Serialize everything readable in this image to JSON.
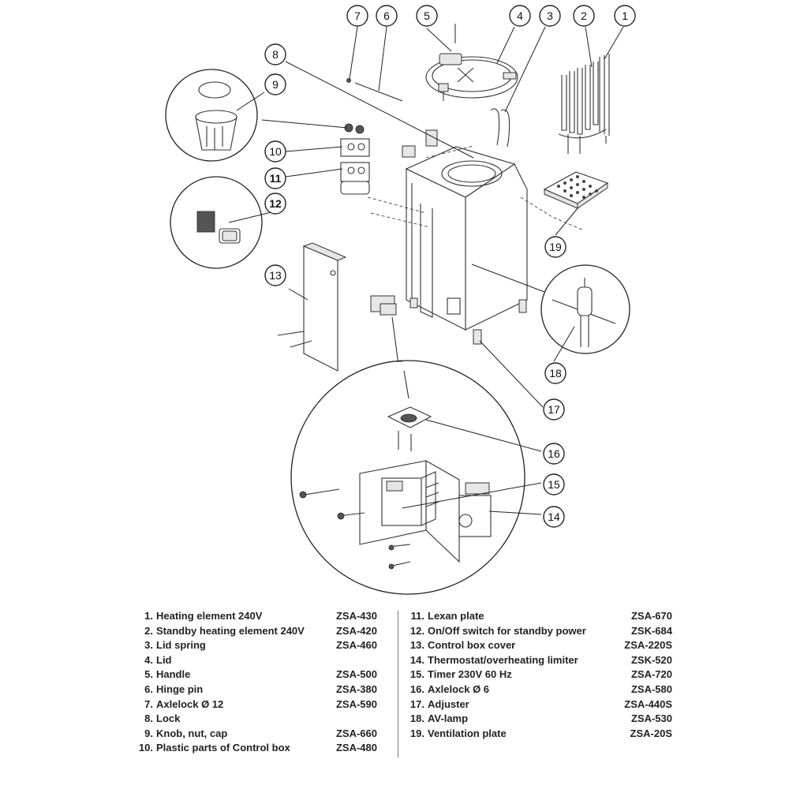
{
  "callouts": [
    {
      "id": "c1",
      "label": "1"
    },
    {
      "id": "c2",
      "label": "2"
    },
    {
      "id": "c3",
      "label": "3"
    },
    {
      "id": "c4",
      "label": "4"
    },
    {
      "id": "c5",
      "label": "5"
    },
    {
      "id": "c6",
      "label": "6"
    },
    {
      "id": "c7",
      "label": "7"
    },
    {
      "id": "c8",
      "label": "8"
    },
    {
      "id": "c9",
      "label": "9"
    },
    {
      "id": "c10",
      "label": "10"
    },
    {
      "id": "c11",
      "label": "11"
    },
    {
      "id": "c12",
      "label": "12"
    },
    {
      "id": "c13",
      "label": "13"
    },
    {
      "id": "c14",
      "label": "14"
    },
    {
      "id": "c15",
      "label": "15"
    },
    {
      "id": "c16",
      "label": "16"
    },
    {
      "id": "c17",
      "label": "17"
    },
    {
      "id": "c18",
      "label": "18"
    },
    {
      "id": "c19",
      "label": "19"
    }
  ],
  "parts_left": [
    {
      "num": "1.",
      "desc": "Heating element 240V",
      "code": "ZSA-430"
    },
    {
      "num": "2.",
      "desc": "Standby heating element 240V",
      "code": "ZSA-420"
    },
    {
      "num": "3.",
      "desc": "Lid spring",
      "code": "ZSA-460"
    },
    {
      "num": "4.",
      "desc": "Lid",
      "code": ""
    },
    {
      "num": "5.",
      "desc": "Handle",
      "code": "ZSA-500"
    },
    {
      "num": "6.",
      "desc": "Hinge pin",
      "code": "ZSA-380"
    },
    {
      "num": "7.",
      "desc": "Axlelock Ø 12",
      "code": "ZSA-590"
    },
    {
      "num": "8.",
      "desc": "Lock",
      "code": ""
    },
    {
      "num": "9.",
      "desc": "Knob, nut, cap",
      "code": "ZSA-660"
    },
    {
      "num": "10.",
      "desc": "Plastic parts of Control box",
      "code": "ZSA-480"
    }
  ],
  "parts_right": [
    {
      "num": "11.",
      "desc": "Lexan plate",
      "code": "ZSA-670"
    },
    {
      "num": "12.",
      "desc": "On/Off switch for standby power",
      "code": "ZSK-684"
    },
    {
      "num": "13.",
      "desc": "Control box cover",
      "code": "ZSA-220S"
    },
    {
      "num": "14.",
      "desc": "Thermostat/overheating limiter",
      "code": "ZSK-520"
    },
    {
      "num": "15.",
      "desc": "Timer 230V 60 Hz",
      "code": "ZSA-720"
    },
    {
      "num": "16.",
      "desc": "Axlelock Ø 6",
      "code": "ZSA-580"
    },
    {
      "num": "17.",
      "desc": "Adjuster",
      "code": "ZSA-440S"
    },
    {
      "num": "18.",
      "desc": "AV-lamp",
      "code": "ZSA-530"
    },
    {
      "num": "19.",
      "desc": "Ventilation plate",
      "code": "ZSA-20S"
    }
  ]
}
